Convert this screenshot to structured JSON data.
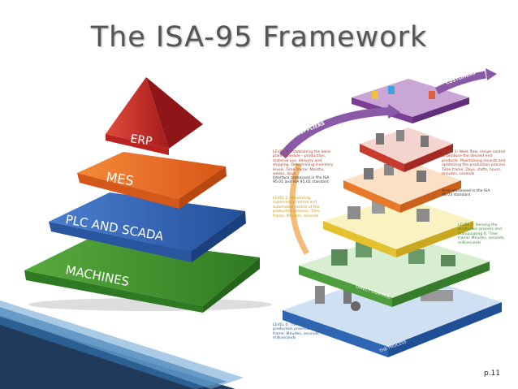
{
  "slide": {
    "title": "The ISA-95 Framework",
    "page": "p.11"
  },
  "pyramid": {
    "tiers": [
      {
        "label": "ERP",
        "color": "#c0282a"
      },
      {
        "label": "MES",
        "color": "#e8601c"
      },
      {
        "label": "PLC AND SCADA",
        "color": "#2e5fad"
      },
      {
        "label": "MACHINES",
        "color": "#3f8f2e"
      }
    ]
  },
  "illustration": {
    "arrows": {
      "suppliers": "SUPPLIERS",
      "customers": "CUSTOMERS"
    },
    "level4": "LEVEL 4: Establishing the basic plant schedule – production, material use, delivery and shipping. Determining inventory levels. Time frame: Months, weeks, days",
    "level4_interface": "Interface addressed in the ISA 95.01 and ISA 95.02 standard",
    "level3": "LEVEL 3: Work flow, recipe control to produce the desired end products. Maintaining records and optimizing the production process. Time frame: Days, shifts, hours, minutes, seconds",
    "level3_area": "Area addressed in the ISA 95.03 standard",
    "level2": "LEVEL 2: Monitoring, supervisory control and automated control of the production process. Time frame: Minutes, seconds",
    "level1": "LEVEL 1: Sensing the production process and manipulating it. Time frame: Minutes, seconds, milliseconds",
    "level0": "LEVEL 0: The actual production process. Time frame: Minutes, seconds, milliseconds",
    "layer_names": [
      "DIRECT CONTROL",
      "THE PROCESS"
    ]
  }
}
